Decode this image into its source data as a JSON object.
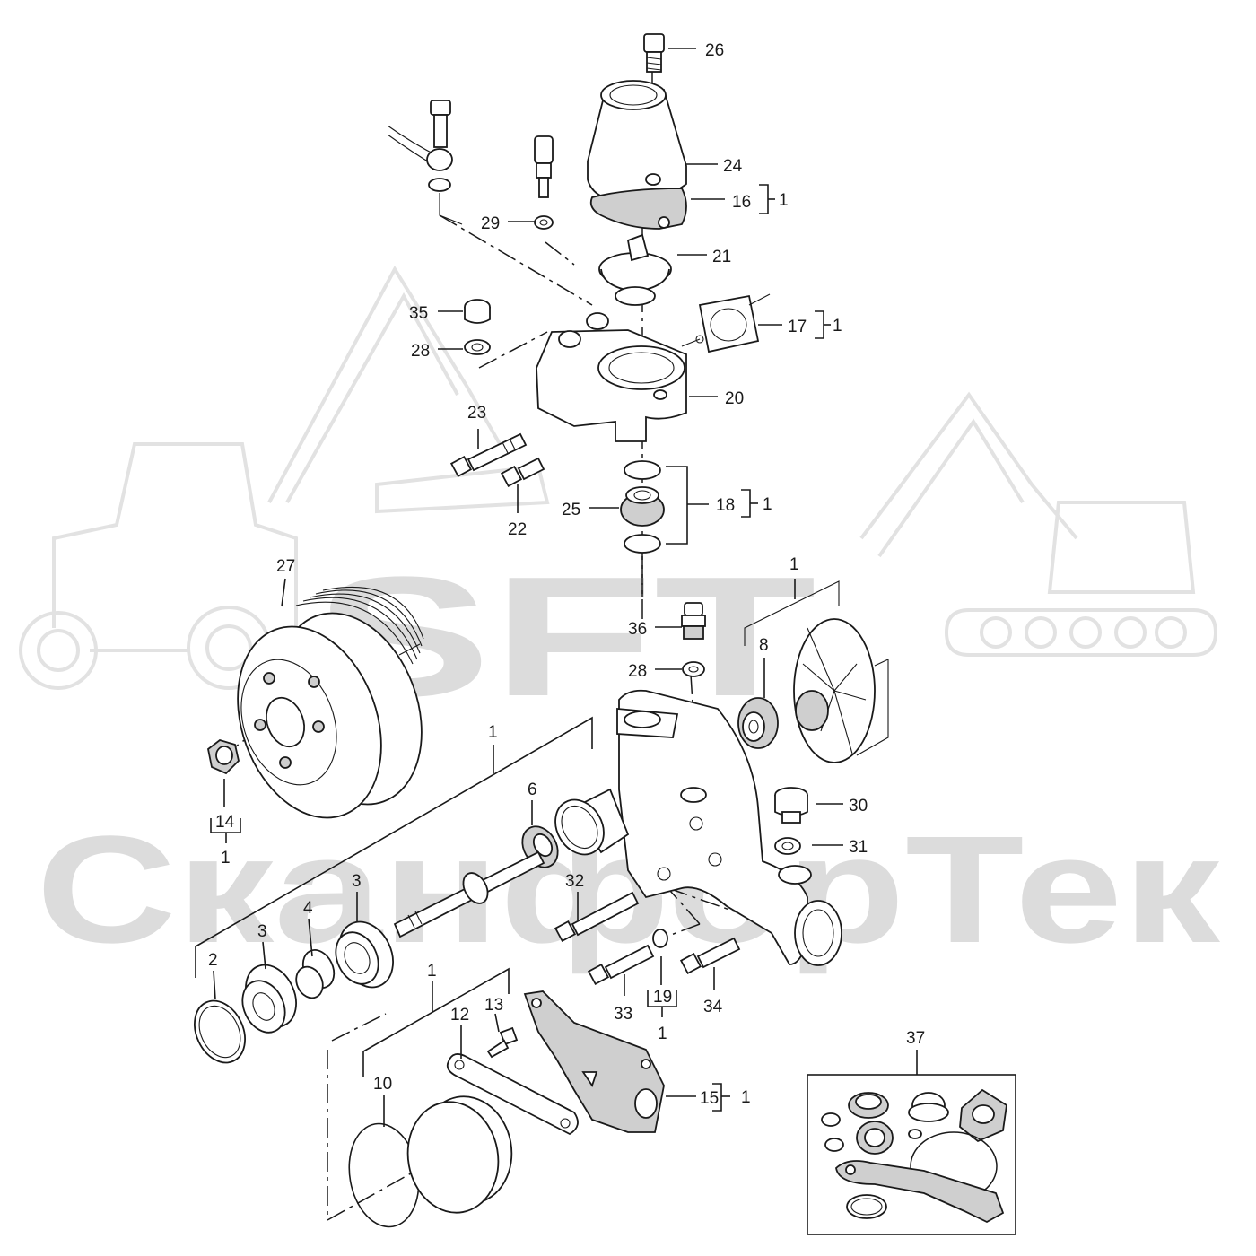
{
  "watermark": {
    "logo_text": "SFT",
    "company_text": "СканфорТек"
  },
  "callouts": [
    {
      "id": "c26",
      "label": "26"
    },
    {
      "id": "c24",
      "label": "24"
    },
    {
      "id": "c16",
      "label": "16"
    },
    {
      "id": "c16g",
      "label": "1"
    },
    {
      "id": "c29",
      "label": "29"
    },
    {
      "id": "c21",
      "label": "21"
    },
    {
      "id": "c17",
      "label": "17"
    },
    {
      "id": "c17g",
      "label": "1"
    },
    {
      "id": "c35",
      "label": "35"
    },
    {
      "id": "c28a",
      "label": "28"
    },
    {
      "id": "c20",
      "label": "20"
    },
    {
      "id": "c23",
      "label": "23"
    },
    {
      "id": "c22",
      "label": "22"
    },
    {
      "id": "c25",
      "label": "25"
    },
    {
      "id": "c18",
      "label": "18"
    },
    {
      "id": "c18g",
      "label": "1"
    },
    {
      "id": "c27",
      "label": "27"
    },
    {
      "id": "c1a",
      "label": "1"
    },
    {
      "id": "c36",
      "label": "36"
    },
    {
      "id": "c28b",
      "label": "28"
    },
    {
      "id": "c8",
      "label": "8"
    },
    {
      "id": "c1b",
      "label": "1"
    },
    {
      "id": "c14",
      "label": "14"
    },
    {
      "id": "c14g",
      "label": "1"
    },
    {
      "id": "c6",
      "label": "6"
    },
    {
      "id": "c30",
      "label": "30"
    },
    {
      "id": "c31",
      "label": "31"
    },
    {
      "id": "c32",
      "label": "32"
    },
    {
      "id": "c3a",
      "label": "3"
    },
    {
      "id": "c4",
      "label": "4"
    },
    {
      "id": "c3b",
      "label": "3"
    },
    {
      "id": "c2",
      "label": "2"
    },
    {
      "id": "c1c",
      "label": "1"
    },
    {
      "id": "c12",
      "label": "12"
    },
    {
      "id": "c13",
      "label": "13"
    },
    {
      "id": "c33",
      "label": "33"
    },
    {
      "id": "c19",
      "label": "19"
    },
    {
      "id": "c19g",
      "label": "1"
    },
    {
      "id": "c34",
      "label": "34"
    },
    {
      "id": "c15",
      "label": "15"
    },
    {
      "id": "c15g",
      "label": "1"
    },
    {
      "id": "c10",
      "label": "10"
    },
    {
      "id": "c37",
      "label": "37"
    }
  ]
}
